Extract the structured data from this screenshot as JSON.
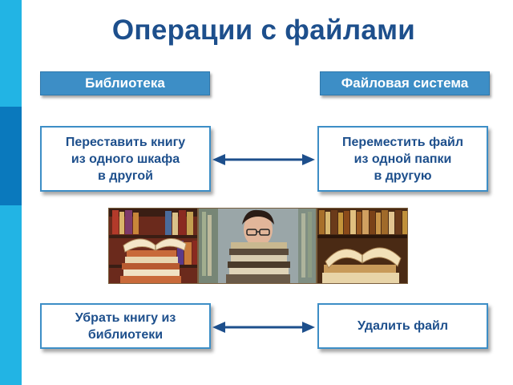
{
  "title": "Операции с файлами",
  "columns": {
    "left_header": "Библиотека",
    "right_header": "Файловая система"
  },
  "rows": [
    {
      "left_lines": [
        "Переставить книгу",
        "из одного шкафа",
        "в другой"
      ],
      "right_lines": [
        "Переместить файл",
        "из одной папки",
        "в другую"
      ]
    },
    {
      "left_lines": [
        "Убрать книгу из",
        "библиотеки"
      ],
      "right_lines": [
        "Удалить файл"
      ]
    }
  ],
  "images": [
    "open-books-on-shelf-photo",
    "student-behind-book-stack-photo",
    "open-book-on-stack-photo"
  ],
  "colors": {
    "title": "#1d4f8c",
    "header_fill": "#3d8ec6",
    "box_border": "#3d8ec6",
    "box_text": "#1d4f8c",
    "arrow": "#1d4f8c",
    "stripe_light": "#22b4e4",
    "stripe_dark": "#0a79bd"
  }
}
